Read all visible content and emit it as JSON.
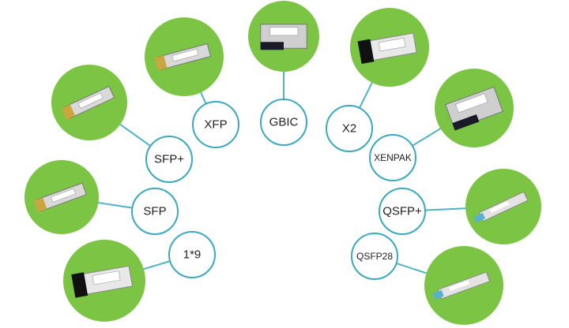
{
  "title": "Optical transceiver module types",
  "colors": {
    "green": "#7cc443",
    "ring": "#3aa8c1",
    "line": "#4fb3c8"
  },
  "modules": [
    {
      "label": "1*9",
      "icon": "1x9-module-icon"
    },
    {
      "label": "SFP",
      "icon": "sfp-module-icon"
    },
    {
      "label": "SFP+",
      "icon": "sfp-plus-module-icon"
    },
    {
      "label": "XFP",
      "icon": "xfp-module-icon"
    },
    {
      "label": "GBIC",
      "icon": "gbic-module-icon"
    },
    {
      "label": "X2",
      "icon": "x2-module-icon"
    },
    {
      "label": "XENPAK",
      "icon": "xenpak-module-icon"
    },
    {
      "label": "QSFP+",
      "icon": "qsfp-plus-module-icon"
    },
    {
      "label": "QSFP28",
      "icon": "qsfp28-module-icon"
    }
  ]
}
